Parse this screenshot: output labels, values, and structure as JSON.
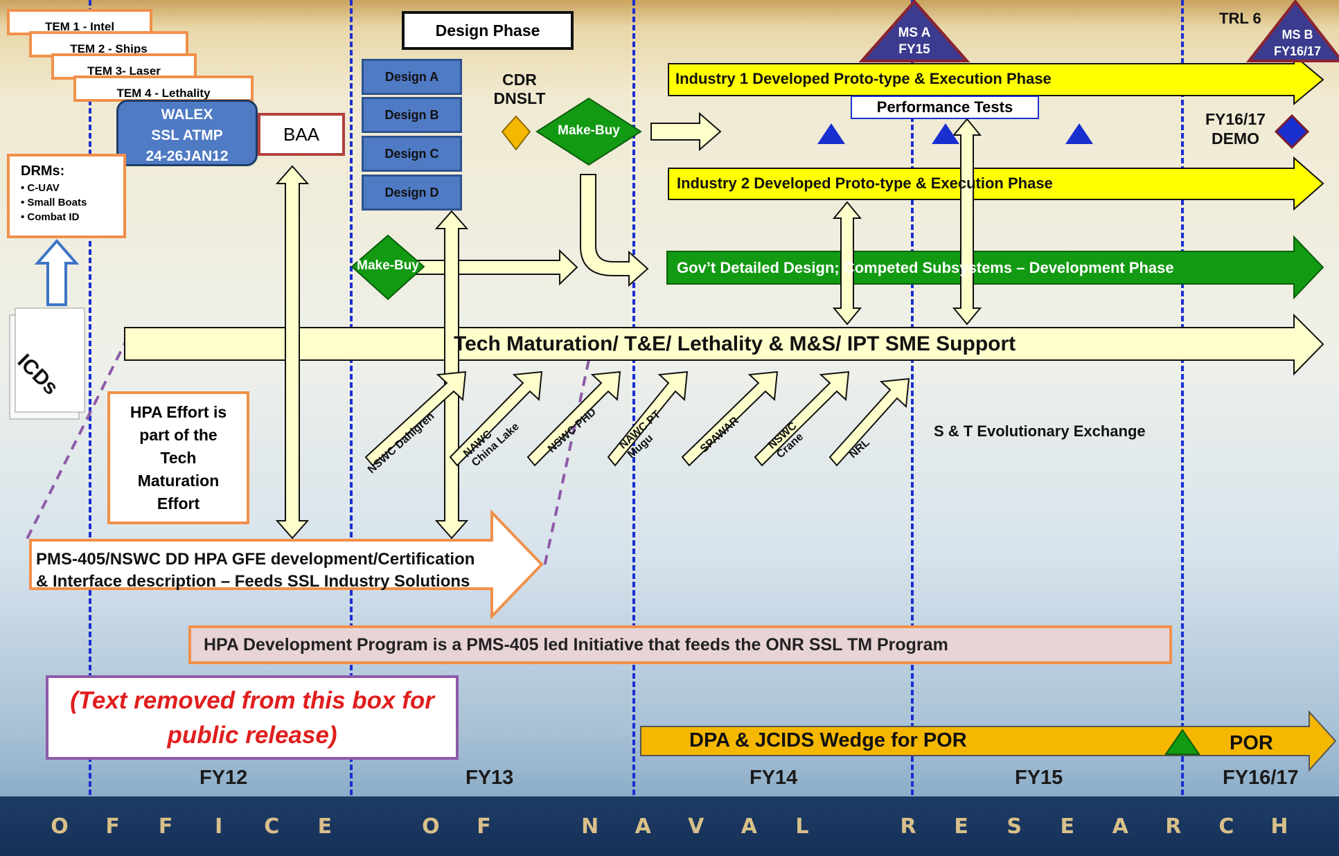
{
  "tems": [
    "TEM 1 - Intel",
    "TEM 2 - Ships",
    "TEM 3- Laser",
    "TEM 4 - Lethality"
  ],
  "walex": {
    "line1": "WALEX",
    "line2": "SSL ATMP",
    "line3": "24-26JAN12"
  },
  "baa": "BAA",
  "drms": {
    "title": "DRMs:",
    "items": [
      "• C-UAV",
      "• Small Boats",
      "• Combat ID"
    ]
  },
  "icds": "ICDs",
  "design_phase": "Design Phase",
  "designs": [
    "Design A",
    "Design B",
    "Design C",
    "Design D"
  ],
  "cdr": {
    "line1": "CDR",
    "line2": "DNSLT"
  },
  "make_buy": "Make-Buy",
  "ms_a": {
    "line1": "MS A",
    "line2": "FY15"
  },
  "ms_b": {
    "line1": "MS B",
    "line2": "FY16/17"
  },
  "trl": "TRL 6",
  "demo": {
    "line1": "FY16/17",
    "line2": "DEMO"
  },
  "industry1": "Industry 1 Developed Proto-type & Execution Phase",
  "industry2": "Industry 2 Developed Proto-type & Execution Phase",
  "performance_tests": "Performance Tests",
  "govt": "Gov’t Detailed Design; Competed Subsystems – Development Phase",
  "tech_maturation": "Tech Maturation/ T&E/ Lethality & M&S/ IPT SME Support",
  "labs": [
    {
      "line1": "NSWC Dahlgren",
      "line2": ""
    },
    {
      "line1": "NAWC",
      "line2": "China Lake"
    },
    {
      "line1": "NSWC PHD",
      "line2": ""
    },
    {
      "line1": "NAWC PT",
      "line2": "Mugu"
    },
    {
      "line1": "SPAWAR",
      "line2": ""
    },
    {
      "line1": "NSWC",
      "line2": "Crane"
    },
    {
      "line1": "NRL",
      "line2": ""
    }
  ],
  "st_exchange": "S & T Evolutionary Exchange",
  "hpa_effort": {
    "line1": "HPA Effort is",
    "line2": "part of the",
    "line3": "Tech",
    "line4": "Maturation",
    "line5": "Effort"
  },
  "pms_arrow": {
    "line1": "PMS-405/NSWC DD HPA GFE development/Certification",
    "line2": "& Interface description – Feeds SSL Industry Solutions"
  },
  "hpa_program": "HPA Development Program is a PMS-405 led Initiative that feeds the ONR SSL TM Program",
  "removed": {
    "line1": "(Text removed from this box for",
    "line2": "public release)"
  },
  "dpa": "DPA & JCIDS Wedge for POR",
  "por": "POR",
  "fiscal_years": [
    "FY12",
    "FY13",
    "FY14",
    "FY15",
    "FY16/17"
  ],
  "footer_letters": [
    "O",
    "F",
    "F",
    "I",
    "C",
    "E",
    "",
    "O",
    "F",
    "",
    "N",
    "A",
    "V",
    "A",
    "L",
    "",
    "R",
    "E",
    "S",
    "E",
    "A",
    "R",
    "C",
    "H"
  ],
  "colors": {
    "yellow": "#ffff00",
    "green": "#139a13",
    "cream": "#ffffcc",
    "blue_line": "#1a2fd0",
    "orange": "#f1904a",
    "purple": "#8e5aa8",
    "ms_triangle": "#3b3b8f",
    "dpa": "#f5b700"
  }
}
